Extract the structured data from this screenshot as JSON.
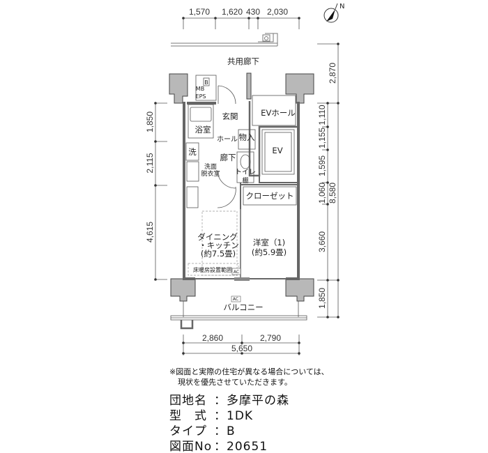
{
  "plan": {
    "top_dims": [
      "1,570",
      "1,620",
      "430",
      "2,030"
    ],
    "left_dims": [
      "1,850",
      "2,115",
      "4,615"
    ],
    "right_inner_dims": [
      "1,110",
      "1,155",
      "1,595",
      "1,060",
      "3,660",
      "1,850"
    ],
    "right_outer_dims": [
      "2,870",
      "8,580"
    ],
    "bottom_dims": [
      "2,860",
      "2,790"
    ],
    "bottom_total": "5,650",
    "compass": "N",
    "rooms": {
      "corridor": "共用廊下",
      "mb": "MB",
      "eps": "EPS",
      "b": "B",
      "entrance": "玄関",
      "ev_hall": "EVホール",
      "bath": "浴室",
      "hall": "ホール",
      "storage": "物入",
      "ev": "EV",
      "wash": "洗",
      "hallway": "廊下",
      "washroom_1": "洗面",
      "washroom_2": "脱衣室",
      "toilet": "トイレ",
      "shelf": "棚",
      "closet": "クローゼット",
      "dk_1": "ダイニング",
      "dk_2": "・キッチン",
      "dk_3": "(約7.5畳)",
      "western_1": "洋室（1)",
      "western_2": "(約5.9畳)",
      "floor_heating": "床暖房設置範囲",
      "ac": "AC",
      "balcony": "バルコニー"
    }
  },
  "note": {
    "line1": "※図面と実際の住宅が異なる場合については、",
    "line2": "現状を優先させていただきます。"
  },
  "info": {
    "name_label": "団地名",
    "name_value": "多摩平の森",
    "type_label": "型　式",
    "type_value": "1DK",
    "variant_label": "タイプ",
    "variant_value": "B",
    "drawing_label": "図面No",
    "drawing_value": "20651",
    "sep": "："
  }
}
